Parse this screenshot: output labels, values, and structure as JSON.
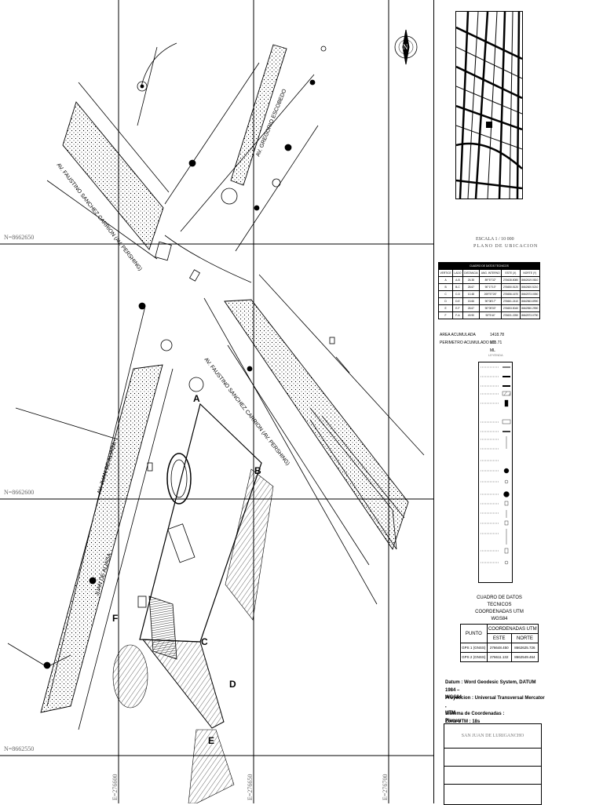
{
  "grid": {
    "northings": [
      "N=8662650",
      "N=8662600",
      "N=8662550"
    ],
    "eastings": [
      "E=276600",
      "E=276650",
      "E=276700"
    ]
  },
  "streets": {
    "faustino_top": "AV. FAUSTINO SANCHEZ CARRION (AV. PERSHING)",
    "faustino_mid": "AV. FAUSTINO SANCHEZ CARRION (AV. PERSHING)",
    "juan_de_aliaga": "AV. JUAN DE ALIAGA",
    "juan_de_aliaga_2": "JUAN DE ALIAGA",
    "gregorio": "AV. GREGORIO ESCOBEDO"
  },
  "vertices": [
    "A",
    "B",
    "C",
    "D",
    "E",
    "F"
  ],
  "location": {
    "scale": "ESCALA 1 / 10 000",
    "title": "PLANO DE UBICACION"
  },
  "technical_table": {
    "caption": "CUADRO DE DATOS TECNICOS",
    "headers": [
      "VERTICE",
      "LADO",
      "DISTANCIA",
      "ANG. INTERNO",
      "ESTE (X)",
      "NORTE (Y)"
    ],
    "rows": [
      [
        "A",
        "A-B",
        "26.38",
        "89°57'32\"",
        "276638.8080",
        "8662619.0810"
      ],
      [
        "B",
        "B-C",
        "28.67",
        "90°17'10\"",
        "276650.5120",
        "8662600.5210"
      ],
      [
        "C",
        "C-D",
        "10.48",
        "269°57'26\"",
        "276656.1670",
        "8662573.0050"
      ],
      [
        "D",
        "D-E",
        "15.66",
        "90°08'17\"",
        "276661.2410",
        "8662563.8990"
      ],
      [
        "E",
        "E-F",
        "28.67",
        "90°09'00\"",
        "276653.5040",
        "8662550.2990"
      ],
      [
        "F",
        "F-A",
        "49.90",
        "90°5'44\"",
        "276631.2250",
        "8662573.0790"
      ]
    ]
  },
  "totals": {
    "area_label": "AREA ACUMULADA",
    "area_value": "1418.78 M2",
    "perimeter_label": "PERIMETRO ACUMULADO",
    "perimeter_value": "175.71 ML"
  },
  "legend": {
    "title": "LEYENDA"
  },
  "utm": {
    "title_line1": "CUADRO DE DATOS TECNICOS",
    "title_line2": "COORDENADAS UTM WGS84",
    "col_point": "PUNTO",
    "col_group": "COORDENADAS UTM",
    "col_este": "ESTE",
    "col_norte": "NORTE",
    "rows": [
      [
        "GPS 1 (GNSS)",
        "276648.450",
        "8662625.726"
      ],
      [
        "GPS 2 (GNSS)",
        "276611.132",
        "8662549.464"
      ]
    ]
  },
  "datum": {
    "line1": "Datum : Word Geodesic System, DATUM 1984 –",
    "line2": "WGS84",
    "line3": "Proyeccion : Universal Transversal Mercator ,",
    "line4": "UTM",
    "line5": "Sistema de Coordenadas :",
    "line6": "Planas",
    "line7": "Zona UTM : 18s"
  },
  "title_block": {
    "district": "SAN JUAN DE LURIGANCHO"
  }
}
